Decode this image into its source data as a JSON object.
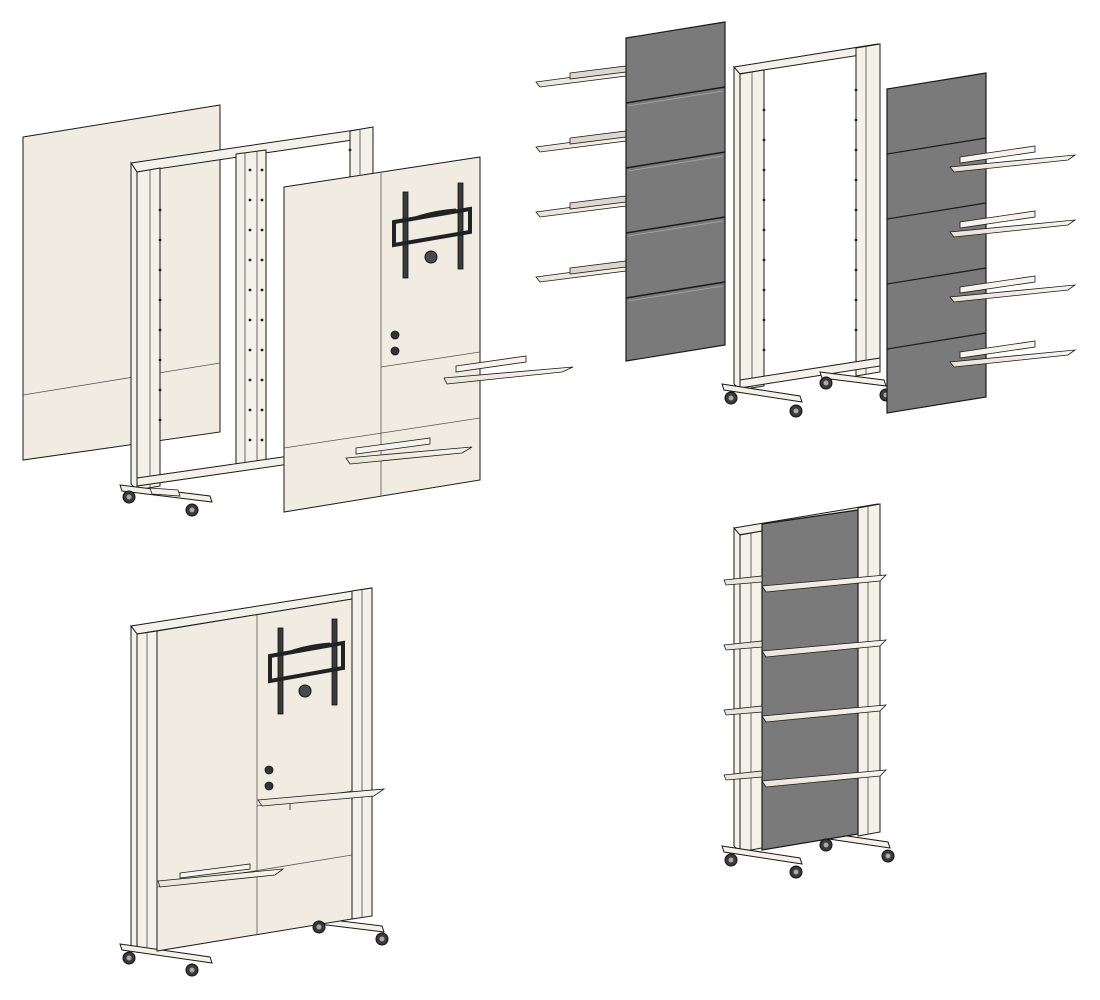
{
  "figure": {
    "views": [
      {
        "view": "exploded",
        "panel_finish": "cream",
        "accessories": [
          "tv-mount",
          "shelf",
          "shelf"
        ]
      },
      {
        "view": "exploded",
        "panel_finish": "gray",
        "accessories": [
          "shelf",
          "shelf",
          "shelf",
          "shelf",
          "shelf",
          "shelf",
          "shelf",
          "shelf"
        ]
      },
      {
        "view": "assembled",
        "panel_finish": "cream",
        "accessories": [
          "tv-mount",
          "shelf",
          "shelf"
        ]
      },
      {
        "view": "assembled",
        "panel_finish": "gray",
        "accessories": [
          "shelf",
          "shelf",
          "shelf",
          "shelf"
        ]
      }
    ]
  },
  "colors": {
    "cream": "#f0ece1",
    "frame": "#f4f1e8",
    "gray": "#7a7a7a",
    "dark": "#2a2a2a",
    "line": "#1a1a1a",
    "caster": "#3a3a3a",
    "background": "#ffffff"
  },
  "icons": [
    "tv-mount-icon",
    "caster-wheel-icon",
    "cable-port-icon"
  ]
}
